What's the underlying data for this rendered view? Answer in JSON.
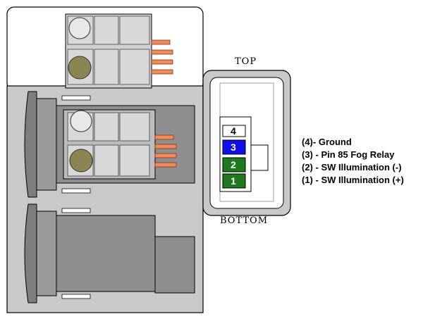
{
  "orientation": {
    "top": "TOP",
    "bottom": "BOTTOM"
  },
  "pins": [
    {
      "number": "4",
      "color": "#ffffff"
    },
    {
      "number": "3",
      "color": "#1010e8"
    },
    {
      "number": "2",
      "color": "#1f7a1f"
    },
    {
      "number": "1",
      "color": "#1f7a1f"
    }
  ],
  "legend": [
    "(4)- Ground",
    "(3) - Pin 85 Fog Relay",
    "(2) - SW Illumination (-)",
    "(1) - SW Illumination (+)"
  ],
  "colors": {
    "panel_gray": "#c9c9c9",
    "switch_gray": "#8f8f8f",
    "terminal_orange": "#f08a5a",
    "olive_led": "#8a8552",
    "white_led": "#e8e8e8"
  }
}
